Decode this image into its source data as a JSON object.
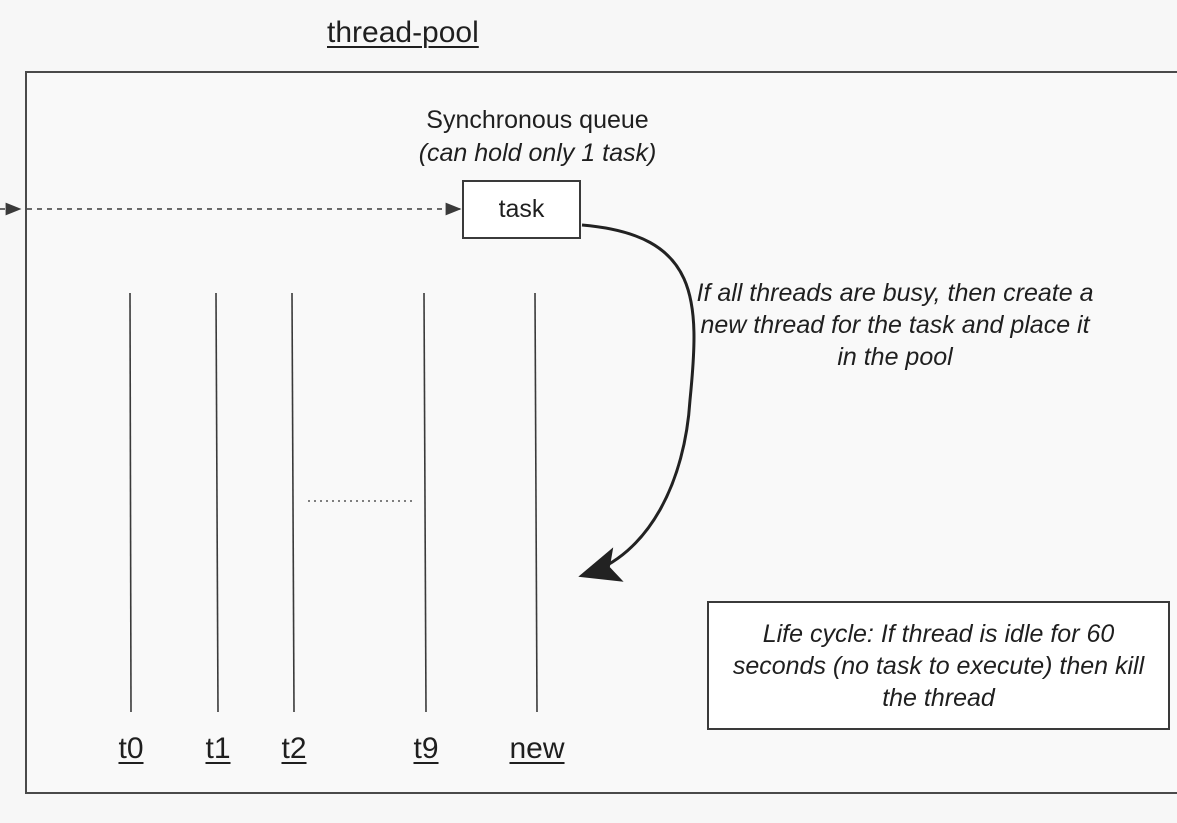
{
  "diagram": {
    "title": "thread-pool",
    "queue": {
      "label": "Synchronous queue",
      "sublabel": "(can hold only 1 task)",
      "task_label": "task"
    },
    "note": "If all threads are busy, then create a new thread for the task and place it in the pool",
    "lifecycle": "Life cycle: If thread is idle for 60 seconds (no task to execute) then kill the thread",
    "threads": [
      {
        "label": "t0"
      },
      {
        "label": "t1"
      },
      {
        "label": "t2"
      },
      {
        "label": "t9"
      },
      {
        "label": "new"
      }
    ]
  }
}
